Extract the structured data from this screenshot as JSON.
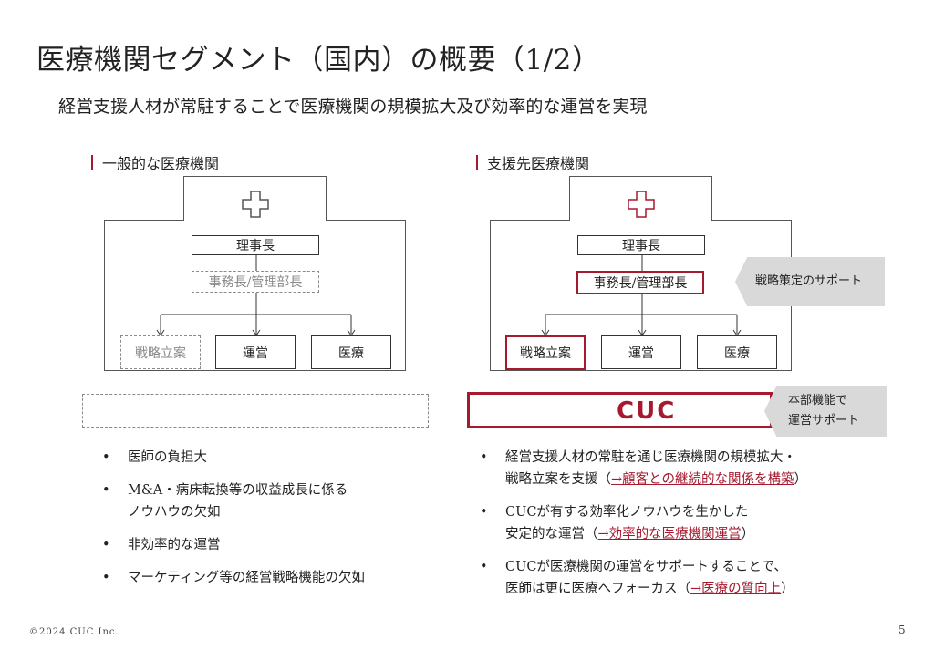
{
  "title": "医療機関セグメント（国内）の概要（1/2）",
  "subtitle": "経営支援人材が常駐することで医療機関の規模拡大及び効率的な運営を実現",
  "left": {
    "label": "一般的な医療機関",
    "chairman": "理事長",
    "director": "事務長/管理部長",
    "strategy": "戦略立案",
    "operation": "運営",
    "medical": "医療",
    "bullets": [
      "医師の負担大",
      "M&A・病床転換等の収益成長に係る",
      "ノウハウの欠如",
      "非効率的な運営",
      "マーケティング等の経営戦略機能の欠如"
    ]
  },
  "right": {
    "label": "支援先医療機関",
    "chairman": "理事長",
    "director": "事務長/管理部長",
    "strategy": "戦略立案",
    "operation": "運営",
    "medical": "医療",
    "callout_strategy": "戦略策定のサポート",
    "callout_cuc_1": "本部機能で",
    "callout_cuc_2": "運営サポート",
    "logo": "CUC",
    "bullets": [
      {
        "text1": "経営支援人材の常駐を通じ医療機関の規模拡大・",
        "text2": "戦略立案を支援（",
        "link": "→顧客との継続的な関係を構築",
        "tail": "）"
      },
      {
        "text1": "CUCが有する効率化ノウハウを生かした",
        "text2": "安定的な運営（",
        "link": "→効率的な医療機関運営",
        "tail": "）"
      },
      {
        "text1": "CUCが医療機関の運営をサポートすることで、",
        "text2": "医師は更に医療へフォーカス（",
        "link": "→医療の質向上",
        "tail": "）"
      }
    ]
  },
  "footer": "©2024 CUC Inc.",
  "page_number": "5",
  "colors": {
    "accent": "#a6192e",
    "callout_bg": "#d9d9d9",
    "dashed": "#8a8a8a"
  }
}
